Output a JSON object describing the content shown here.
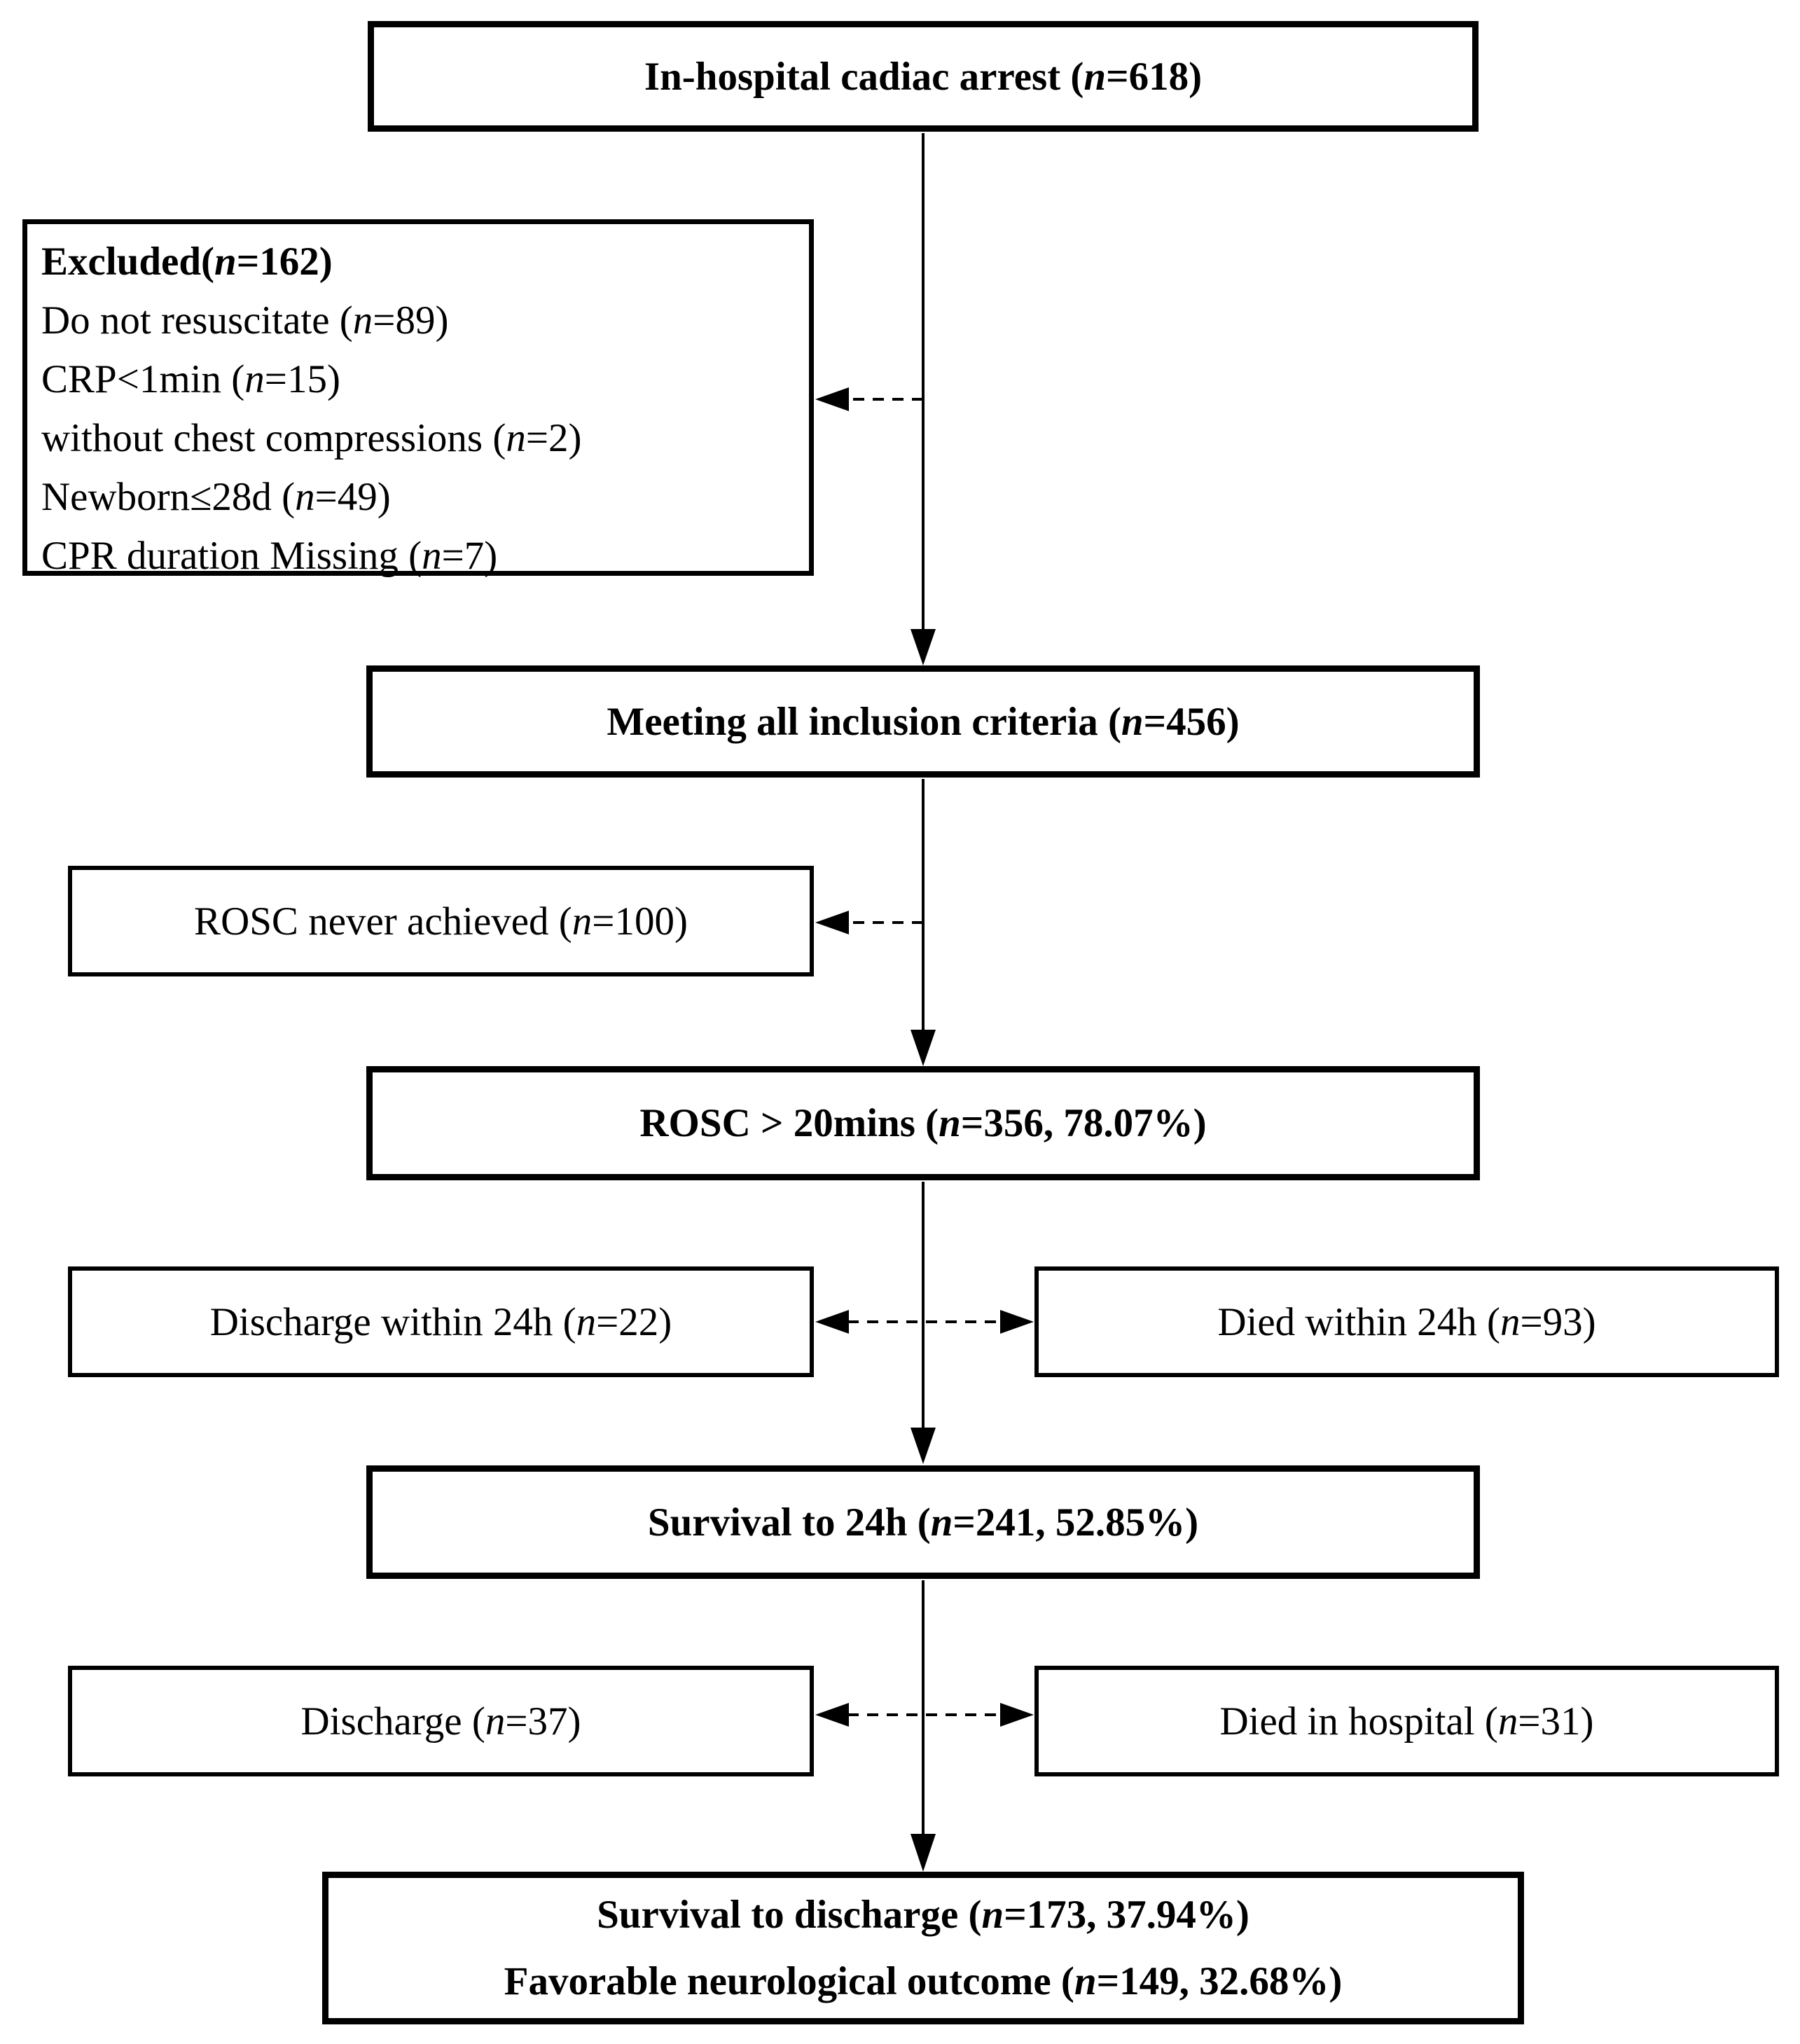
{
  "diagram": {
    "title": "In-hospital cardiac arrest study flow diagram",
    "n_symbol": "n",
    "colors": {
      "line": "#000000",
      "text": "#000000",
      "background": "#ffffff"
    },
    "boxes": {
      "top": {
        "pre": "In-hospital cadiac arrest (",
        "post": "=618)"
      },
      "excluded": {
        "title": {
          "pre": "Excluded(",
          "post": "=162)"
        },
        "items": [
          {
            "pre": "Do not resuscitate (",
            "post": "=89)"
          },
          {
            "pre": "CRP<1min (",
            "post": "=15)"
          },
          {
            "pre": "without chest compressions (",
            "post": "=2)"
          },
          {
            "pre": "Newborn≤28d (",
            "post": "=49)"
          },
          {
            "pre": "CPR duration Missing (",
            "post": "=7)"
          }
        ]
      },
      "inclusion": {
        "pre": "Meeting all inclusion criteria (",
        "post": "=456)"
      },
      "rosc_never": {
        "pre": "ROSC never achieved (",
        "post": "=100)"
      },
      "rosc20": {
        "pre": "ROSC > 20mins (",
        "post": "=356, 78.07%)"
      },
      "discharge24": {
        "pre": "Discharge within 24h (",
        "post": "=22)"
      },
      "died24": {
        "pre": "Died within 24h (",
        "post": "=93)"
      },
      "survival24": {
        "pre": "Survival to 24h (",
        "post": "=241, 52.85%)"
      },
      "discharge": {
        "pre": "Discharge (",
        "post": "=37)"
      },
      "died_hospital": {
        "pre": "Died in hospital (",
        "post": "=31)"
      },
      "bottom": {
        "line1": {
          "pre": "Survival to discharge (",
          "post": "=173, 37.94%)"
        },
        "line2": {
          "pre": "Favorable neurological outcome (",
          "post": "=149, 32.68%)"
        }
      }
    }
  }
}
